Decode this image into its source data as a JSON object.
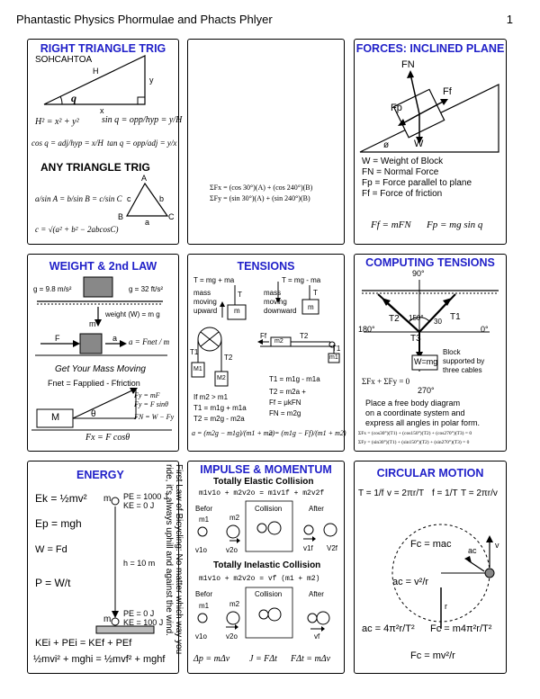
{
  "header": {
    "title": "Phantastic Physics Phormulae and Phacts Phlyer",
    "page_number": "1"
  },
  "trig": {
    "title": "RIGHT TRIANGLE TRIG",
    "mnemonic": "SOHCAHTOA",
    "side_H": "H",
    "side_y": "y",
    "side_x": "x",
    "angle": "q",
    "pythag": "H² = x² + y²",
    "sin": "sin q = opp/hyp = y/H",
    "cos": "cos q = adj/hyp = x/H",
    "tan": "tan q = opp/adj = y/x",
    "any_title": "ANY TRIANGLE TRIG",
    "law_sines": "a/sin A = b/sin B = c/sin C",
    "law_cos": "c = √(a² + b² − 2abcosC)",
    "tri_labels": {
      "A": "A",
      "B": "B",
      "C": "C",
      "a": "a",
      "b": "b",
      "c": "c"
    }
  },
  "vectors": {
    "fx": "ΣFx = (cos 30°)(A) + (cos 240°)(B)",
    "fy": "ΣFy = (sin 30°)(A) + (sin 240°)(B)"
  },
  "forces": {
    "title": "FORCES: INCLINED PLANE",
    "labels": {
      "FN": "FN",
      "Ff": "Ff",
      "Fp": "Fp",
      "W": "W",
      "angle": "ø"
    },
    "legend": [
      "W = Weight of Block",
      "FN = Normal Force",
      "Fp = Force parallel to plane",
      "Ff = Force of friction"
    ],
    "eq1": "Ff = mFN",
    "eq2": "Fp = mg sin q"
  },
  "weight": {
    "title": "WEIGHT  &  2nd LAW",
    "g_metric": "g = 9.8 m/s²",
    "g_imperial": "g = 32 ft/s²",
    "weight_label": "weight (W) = m g",
    "m": "m",
    "F": "F",
    "a": "a",
    "newton": "a = Fnet / m",
    "caption": "Get Your Mass Moving",
    "fnet": "Fnet = Fapplied - Ffriction",
    "M": "M",
    "theta": "θ",
    "comp1": "Fy = F sinθ",
    "comp2": "Fx = F cosθ",
    "fcomp_top": "Fy = mF",
    "fcomp_n": "FN = W − Fy"
  },
  "tensions": {
    "title": "TENSIONS",
    "up": "T = mg + ma",
    "up_caption": [
      "mass",
      "moving",
      "upward"
    ],
    "down": "T = mg - ma",
    "down_caption": [
      "mass",
      "moving",
      "downward"
    ],
    "T": "T",
    "m": "m",
    "T1": "T1",
    "T2": "T2",
    "M1": "M1",
    "M2": "M2",
    "m1": "m1",
    "m2": "m2",
    "Ff": "Ff",
    "atwood": [
      "If m2 > m1",
      "T1 = m1g + m1a",
      "T2 = m2g - m2a"
    ],
    "atwood_a": "a = (m2g − m1g)/(m1 + m2)",
    "table": [
      "T1 = m1g - m1a",
      "T2 = m2a +",
      "Ff = μkFN",
      "FN = m2g"
    ],
    "table_a": "a = (m1g − Ff)/(m1 + m2)"
  },
  "computing": {
    "title": "COMPUTING TENSIONS",
    "a90": "90°",
    "a180": "180°",
    "a0": "0°",
    "a270": "270°",
    "a150": "150°",
    "a30": "30",
    "T1": "T1",
    "T2": "T2",
    "T3": "T3",
    "block": "W=mg",
    "block_caption": [
      "Block",
      "supported by",
      "three cables"
    ],
    "sum": "ΣFx + ΣFy = 0",
    "text": [
      "Place a free body diagram",
      "on a coordinate system and",
      "express all angles in polar form."
    ],
    "fx": "ΣFx = (cos30°)(T1) + (cos150°)(T2) + (cos270°)(T3) = 0",
    "fy": "ΣFy = (sin30°)(T1) + (sin150°)(T2) + (sin270°)(T3) = 0"
  },
  "energy": {
    "title": "ENERGY",
    "ek": "Ek = ½mv²",
    "ep": "Ep = mgh",
    "w": "W = Fd",
    "p": "P = W/t",
    "top_pe": "PE = 1000 J",
    "top_ke": "KE = 0 J",
    "height": "h = 10 m",
    "bot_pe": "PE = 0 J",
    "bot_ke": "KE = 100 J",
    "m": "m",
    "cons1": "KEi + PEi = KEf + PEf",
    "cons2": "½mvi² + mghi = ½mvf² + mghf",
    "side_note": "First Law of Bicycling: No matter which way you ride, it's always uphill and against the wind."
  },
  "impulse": {
    "title": "IMPULSE & MOMENTUM",
    "elastic": "Totally Elastic Collision",
    "elastic_eq": "m1v1o + m2v2o = m1v1f + m2v2f",
    "inelastic": "Totally Inelastic Collision",
    "inelastic_eq": "m1v1o + m2v2o = vf (m1 + m2)",
    "before": "Befor",
    "collision": "Collision",
    "after": "After",
    "m1": "m1",
    "m2": "m2",
    "v1o": "v1o",
    "v2o": "v2o",
    "v1f": "v1f",
    "v2f": "V2f",
    "vf": "vf",
    "eq": [
      "Δp = mΔv",
      "J = FΔt",
      "FΔt = mΔv"
    ]
  },
  "circular": {
    "title": "CIRCULAR  MOTION",
    "T": "T = 1/f",
    "v": "v = 2πr/T",
    "f": "f = 1/T",
    "T2": "T = 2πr/v",
    "fc": "Fc = mac",
    "ac": "ac = v²/r",
    "r": "r",
    "v_label": "v",
    "ac_label": "ac",
    "ac2": "ac = 4π²r/T²",
    "fc2": "Fc = m4π²r/T²",
    "fc3": "Fc = mv²/r"
  }
}
